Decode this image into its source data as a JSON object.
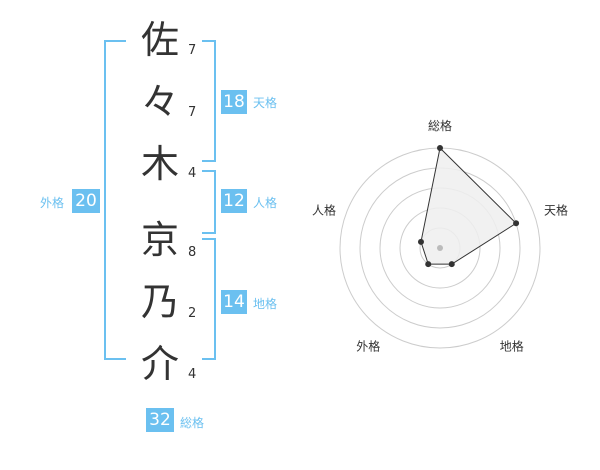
{
  "name_chars": [
    {
      "char": "佐",
      "strokes": "7"
    },
    {
      "char": "々",
      "strokes": "7"
    },
    {
      "char": "木",
      "strokes": "4"
    },
    {
      "char": "京",
      "strokes": "8"
    },
    {
      "char": "乃",
      "strokes": "2"
    },
    {
      "char": "介",
      "strokes": "4"
    }
  ],
  "kaku": {
    "tenkaku": {
      "value": "18",
      "label": "天格"
    },
    "jinkaku": {
      "value": "12",
      "label": "人格"
    },
    "chikaku": {
      "value": "14",
      "label": "地格"
    },
    "gaikaku": {
      "value": "20",
      "label": "外格"
    },
    "soukaku": {
      "value": "32",
      "label": "総格"
    }
  },
  "chart_data": {
    "type": "radar",
    "axes": [
      "総格",
      "天格",
      "地格",
      "外格",
      "人格"
    ],
    "values": [
      5,
      4,
      1,
      1,
      1
    ],
    "max": 5,
    "rings": 5,
    "accent": "#6bc0f0",
    "fill": "#eeeeee",
    "line_color": "#333333"
  }
}
